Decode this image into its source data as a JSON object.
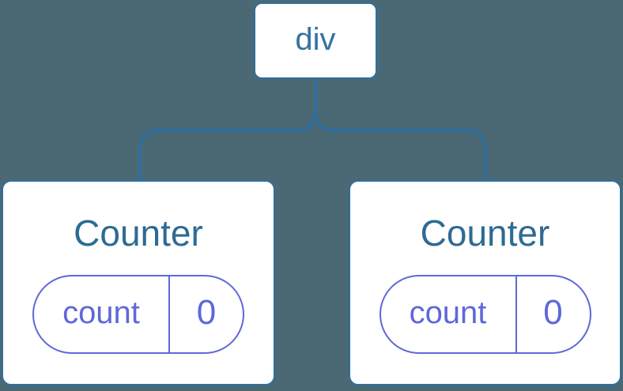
{
  "diagram": {
    "colors": {
      "background": "#4B6974",
      "node_blue": "#2F6F9E",
      "node_text_blue": "#35739F",
      "title_blue": "#2D6B94",
      "state_purple": "#5E68D9",
      "node_fill": "#FFFFFF"
    },
    "root": {
      "label": "div"
    },
    "children": [
      {
        "title": "Counter",
        "state": {
          "key": "count",
          "value": "0"
        }
      },
      {
        "title": "Counter",
        "state": {
          "key": "count",
          "value": "0"
        }
      }
    ]
  }
}
